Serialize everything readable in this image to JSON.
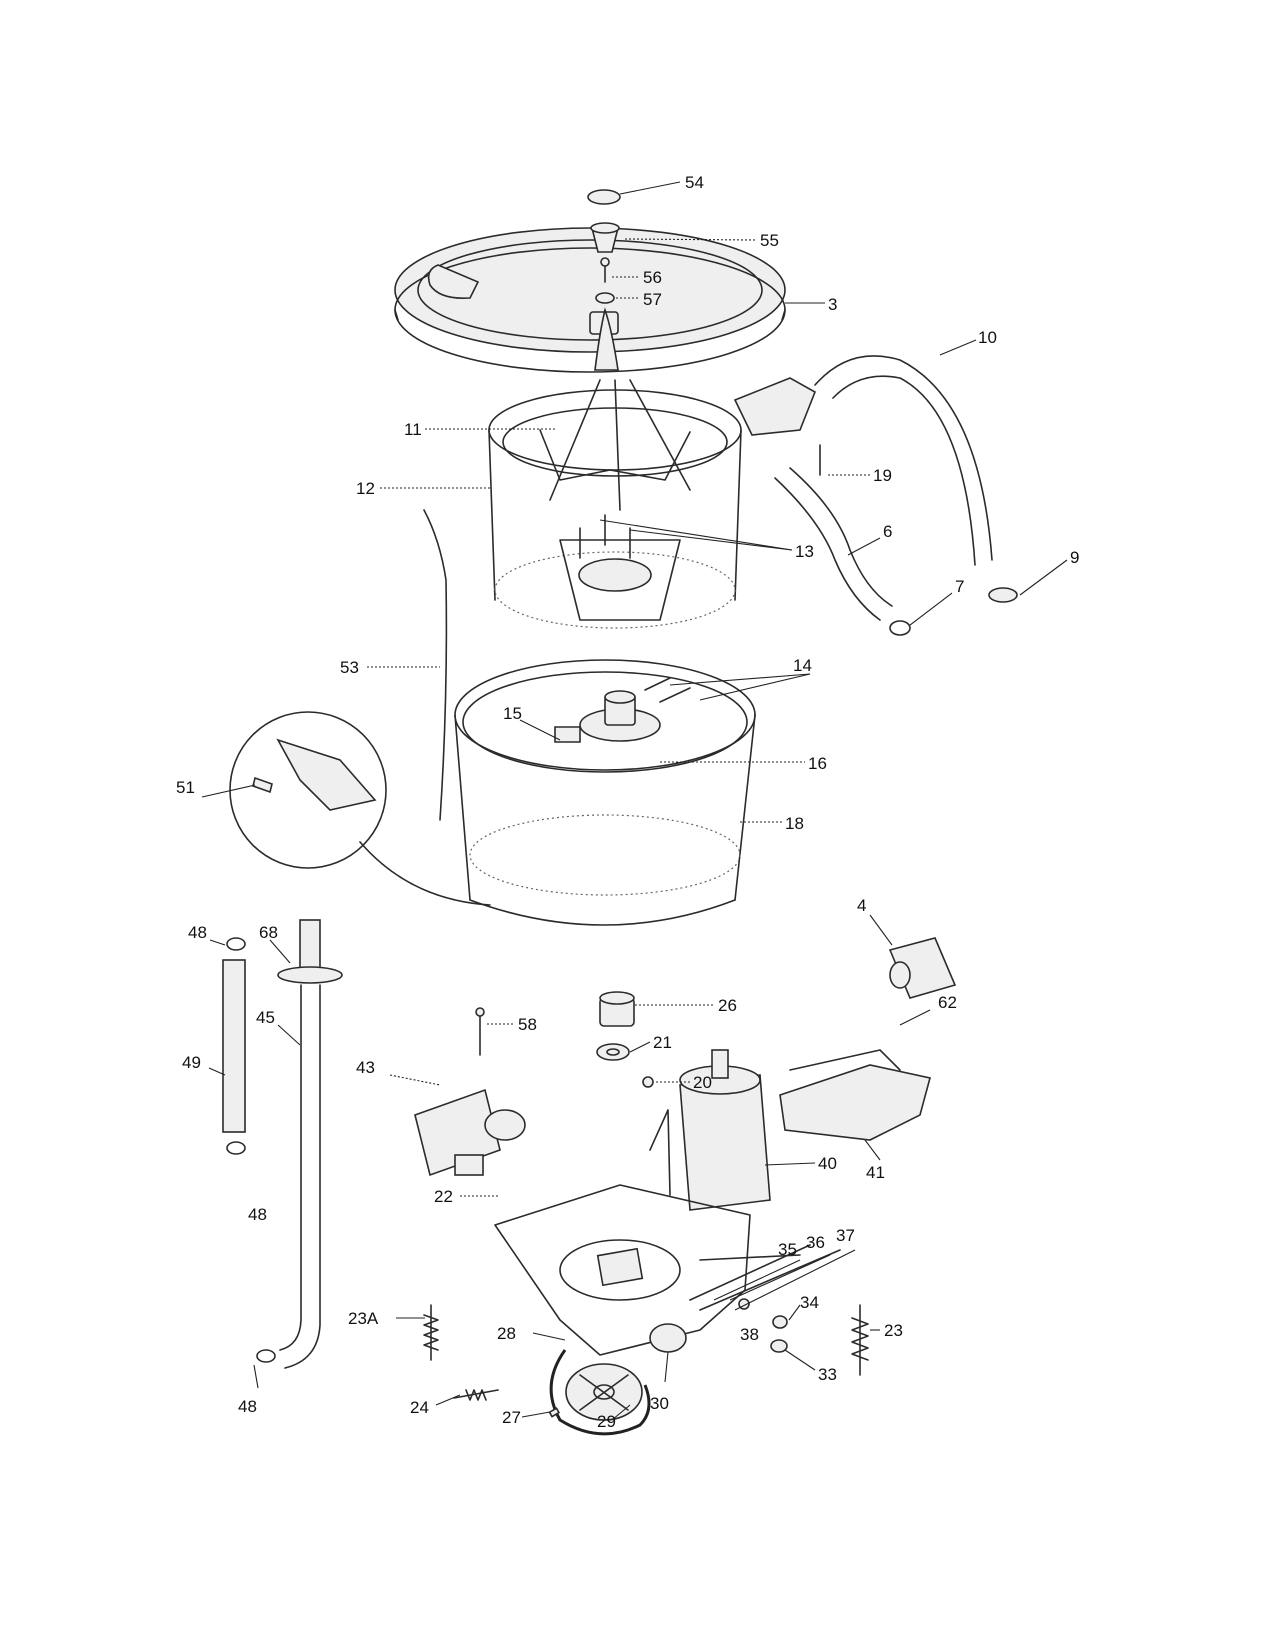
{
  "callouts": [
    "54",
    "55",
    "56",
    "57",
    "3",
    "10",
    "11",
    "19",
    "12",
    "13",
    "6",
    "9",
    "7",
    "53",
    "14",
    "15",
    "16",
    "51",
    "18",
    "48",
    "68",
    "4",
    "26",
    "62",
    "58",
    "45",
    "49",
    "21",
    "43",
    "20",
    "41",
    "40",
    "22",
    "48",
    "35",
    "36",
    "37",
    "23A",
    "34",
    "23",
    "28",
    "38",
    "24",
    "33",
    "27",
    "29",
    "30",
    "48"
  ]
}
